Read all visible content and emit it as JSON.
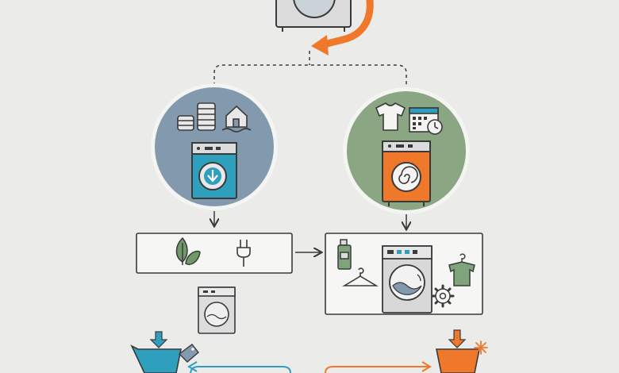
{
  "diagram": {
    "nodes": [
      {
        "id": "top-washer",
        "kind": "washer",
        "icon": "washing-machine-icon"
      },
      {
        "id": "left-circle",
        "kind": "circle",
        "icons": [
          "coins-stack-icon",
          "house-icon",
          "washing-machine-download-icon"
        ]
      },
      {
        "id": "right-circle",
        "kind": "circle",
        "icons": [
          "tshirt-icon",
          "calendar-clock-icon",
          "washing-machine-spin-icon"
        ]
      },
      {
        "id": "left-box",
        "kind": "box",
        "icons": [
          "leaves-icon",
          "power-plug-icon"
        ]
      },
      {
        "id": "right-box",
        "kind": "box",
        "icons": [
          "detergent-bottle-icon",
          "clothes-hanger-icon",
          "front-load-washer-icon",
          "shirt-on-hanger-icon",
          "gear-icon"
        ]
      },
      {
        "id": "small-washer",
        "kind": "washer",
        "icon": "small-washer-icon"
      },
      {
        "id": "left-basket",
        "kind": "basket",
        "icons": [
          "shopping-basket-icon",
          "price-tag-icon"
        ]
      },
      {
        "id": "right-basket",
        "kind": "basket",
        "icons": [
          "shopping-basket-icon",
          "sparkle-icon"
        ]
      }
    ],
    "colors": {
      "background": "#ebebea",
      "line": "#3a3a3a",
      "blue": "#2f9fbe",
      "orange": "#f0782a",
      "green_circle": "#8ba682",
      "blue_circle": "#8399ad",
      "green_leaf": "#6f9a68"
    }
  }
}
